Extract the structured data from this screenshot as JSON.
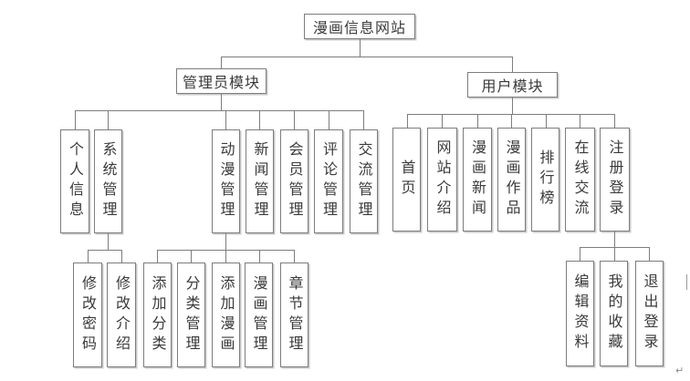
{
  "diagram": {
    "root": "漫画信息网站",
    "admin_module": "管理员模块",
    "user_module": "用户模块",
    "admin_children": [
      "个人信息",
      "系统管理",
      "动漫管理",
      "新闻管理",
      "会员管理",
      "评论管理",
      "交流管理"
    ],
    "system_mgmt_children": [
      "修改密码",
      "修改介绍"
    ],
    "anime_mgmt_children": [
      "添加分类",
      "分类管理",
      "添加漫画",
      "漫画管理",
      "章节管理"
    ],
    "user_children": [
      "首页",
      "网站介绍",
      "漫画新闻",
      "漫画作品",
      "排行榜",
      "在线交流",
      "注册登录"
    ],
    "register_login_children": [
      "编辑资料",
      "我的收藏",
      "退出登录"
    ],
    "colors": {
      "line": "#7d7d7d",
      "text": "#3a3a3a",
      "background": "#ffffff"
    }
  },
  "artifacts": {
    "paragraph_mark": "↵"
  }
}
